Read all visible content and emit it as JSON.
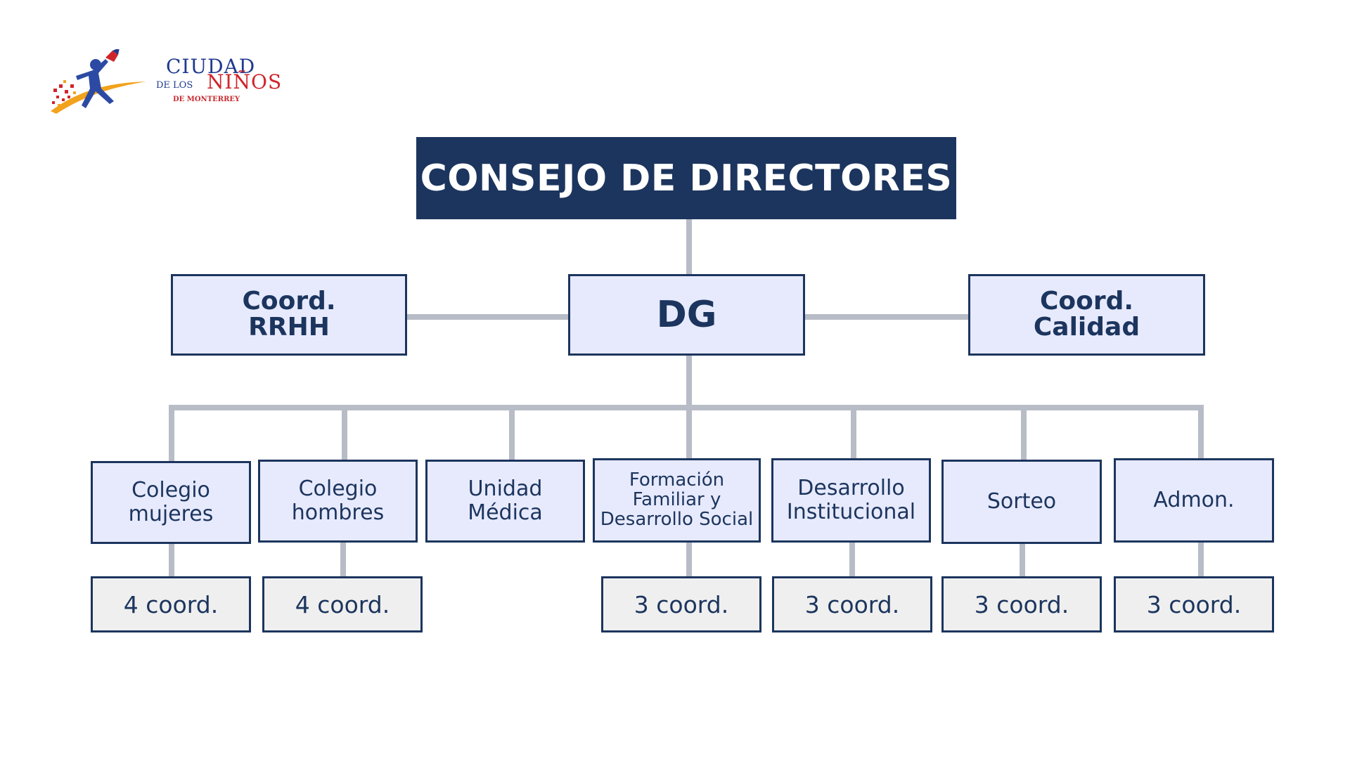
{
  "logo": {
    "line1": "CIUDAD",
    "line2a": "DE LOS",
    "line2b": "NIÑOS",
    "line3": "DE MONTERREY",
    "icon": "running-child-with-flag-icon"
  },
  "colors": {
    "navy": "#1c355e",
    "lavender": "#e7eafd",
    "grey": "#efefef",
    "connector": "#b7bcc6"
  },
  "top": {
    "label": "CONSEJO DE DIRECTORES"
  },
  "middle": {
    "left": {
      "line1": "Coord.",
      "line2": "RRHH"
    },
    "center": {
      "label": "DG"
    },
    "right": {
      "line1": "Coord.",
      "line2": "Calidad"
    }
  },
  "departments": [
    {
      "line1": "Colegio",
      "line2": "mujeres",
      "coord": "4 coord."
    },
    {
      "line1": "Colegio",
      "line2": "hombres",
      "coord": "4 coord."
    },
    {
      "line1": "Unidad",
      "line2": "Médica"
    },
    {
      "line1": "Formación",
      "line2": "Familiar y",
      "line3": "Desarrollo Social",
      "coord": "3 coord."
    },
    {
      "line1": "Desarrollo",
      "line2": "Institucional",
      "coord": "3 coord."
    },
    {
      "line1": "Sorteo",
      "coord": "3 coord."
    },
    {
      "line1": "Admon.",
      "coord": "3 coord."
    }
  ]
}
